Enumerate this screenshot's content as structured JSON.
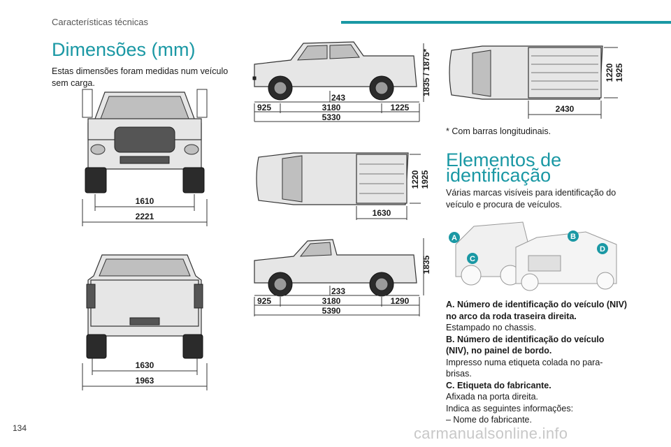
{
  "header": {
    "section": "Características técnicas"
  },
  "page_number": "134",
  "watermark": "carmanualsonline.info",
  "dimensions": {
    "title": "Dimensões (mm)",
    "intro": "Estas dimensões foram medidas num veículo sem carga.",
    "front_view": {
      "track": "1610",
      "width": "2221"
    },
    "rear_view": {
      "track": "1630",
      "width": "1963"
    },
    "side_double_cab": {
      "height": "1835 / 1875*",
      "ground": "243",
      "front": "925",
      "wheelbase": "3180",
      "rear": "1225",
      "length": "5330"
    },
    "top_double_cab": {
      "inner": "1220",
      "outer": "1925",
      "bed_width": "1630"
    },
    "side_single_cab": {
      "height": "1835",
      "ground": "233",
      "front": "925",
      "wheelbase": "3180",
      "rear": "1290",
      "length": "5390"
    },
    "top_single_cab": {
      "inner": "1220",
      "outer": "1925",
      "bed_length": "2430"
    },
    "footnote": "* Com barras longitudinais."
  },
  "identification": {
    "title_line1": "Elementos de",
    "title_line2": "identificação",
    "intro": "Várias marcas visíveis para identificação do veículo e procura de veículos.",
    "callouts": [
      "A",
      "B",
      "C",
      "D"
    ],
    "items": [
      {
        "heading": "A. Número de identificação do veículo (NIV) no arco da roda traseira direita.",
        "text": "Estampado no chassis."
      },
      {
        "heading": "B. Número de identificação do veículo (NIV), no painel de bordo.",
        "text": "Impresso numa etiqueta colada no para-brisas."
      },
      {
        "heading": "C. Etiqueta do fabricante.",
        "text": "Afixada na porta direita."
      }
    ],
    "extra_line": "Indica as seguintes informações:",
    "list_item": "–  Nome do fabricante."
  },
  "colors": {
    "accent": "#1a98a4"
  }
}
